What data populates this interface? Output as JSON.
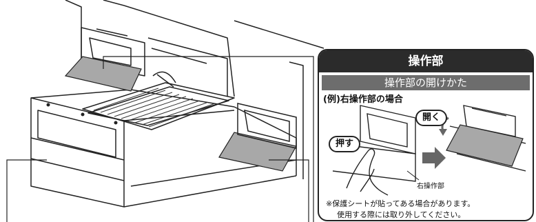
{
  "panel": {
    "title": "操作部",
    "subtitle": "操作部の開けかた",
    "example": "(例)右操作部の場合",
    "push_label": "押す",
    "open_label": "開く",
    "operation_part_label": "右操作部",
    "note_line1": "※保護シートが貼ってある場合があります。",
    "note_line2": "使用する際には取り外してください。"
  },
  "colors": {
    "panel_header": "#2b2b2b",
    "sub_header": "#6d6d6d",
    "sheet_gray": "#a8a8a8",
    "arrow_gray": "#666666"
  }
}
